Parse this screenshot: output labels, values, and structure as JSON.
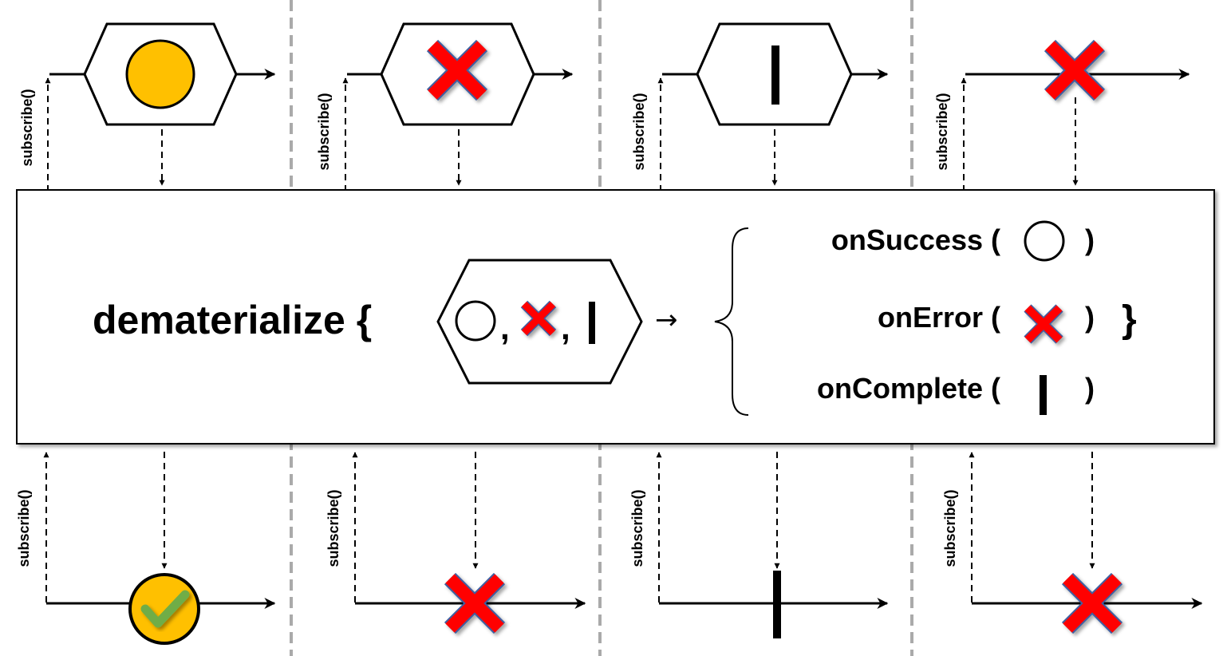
{
  "panels": [
    {
      "subscribe_top": "subscribe()",
      "subscribe_bottom": "subscribe()",
      "input_kind": "success",
      "output_kind": "success"
    },
    {
      "subscribe_top": "subscribe()",
      "subscribe_bottom": "subscribe()",
      "input_kind": "error",
      "output_kind": "error"
    },
    {
      "subscribe_top": "subscribe()",
      "subscribe_bottom": "subscribe()",
      "input_kind": "complete",
      "output_kind": "complete"
    },
    {
      "subscribe_top": "subscribe()",
      "subscribe_bottom": "subscribe()",
      "input_kind": "error-direct",
      "output_kind": "error"
    }
  ],
  "operator": {
    "name": "dematerialize {",
    "separator_1": ",",
    "separator_2": ",",
    "arrow": "→",
    "closing_brace": "}",
    "mappings": [
      {
        "label": "onSuccess (",
        "close": ")",
        "symbol": "circle"
      },
      {
        "label": "onError (",
        "close": ")",
        "symbol": "cross"
      },
      {
        "label": "onComplete (",
        "close": ")",
        "symbol": "bar"
      }
    ]
  },
  "colors": {
    "success_fill": "#FFC000",
    "check_fill": "#70AD47",
    "error_fill": "#FF0000",
    "error_stroke": "#3F5FA0",
    "divider": "#AAAAAA",
    "line": "#000000"
  }
}
